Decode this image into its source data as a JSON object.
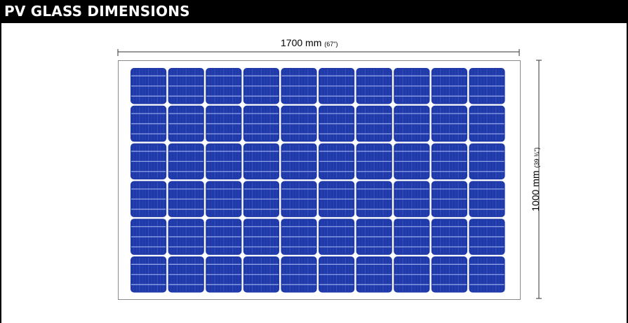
{
  "header": {
    "title": "PV GLASS DIMENSIONS"
  },
  "dimensions": {
    "width_value": "1700 mm",
    "width_imperial": "(67\")",
    "height_value": "1000 mm",
    "height_imperial": "(39 ¾\")"
  },
  "module": {
    "cell_columns": 10,
    "cell_rows": 6
  },
  "colors": {
    "cell": "#1f3aa8",
    "cell_line": "#8fa0e6",
    "frame": "#8a8a8a",
    "header_bg": "#000000"
  }
}
